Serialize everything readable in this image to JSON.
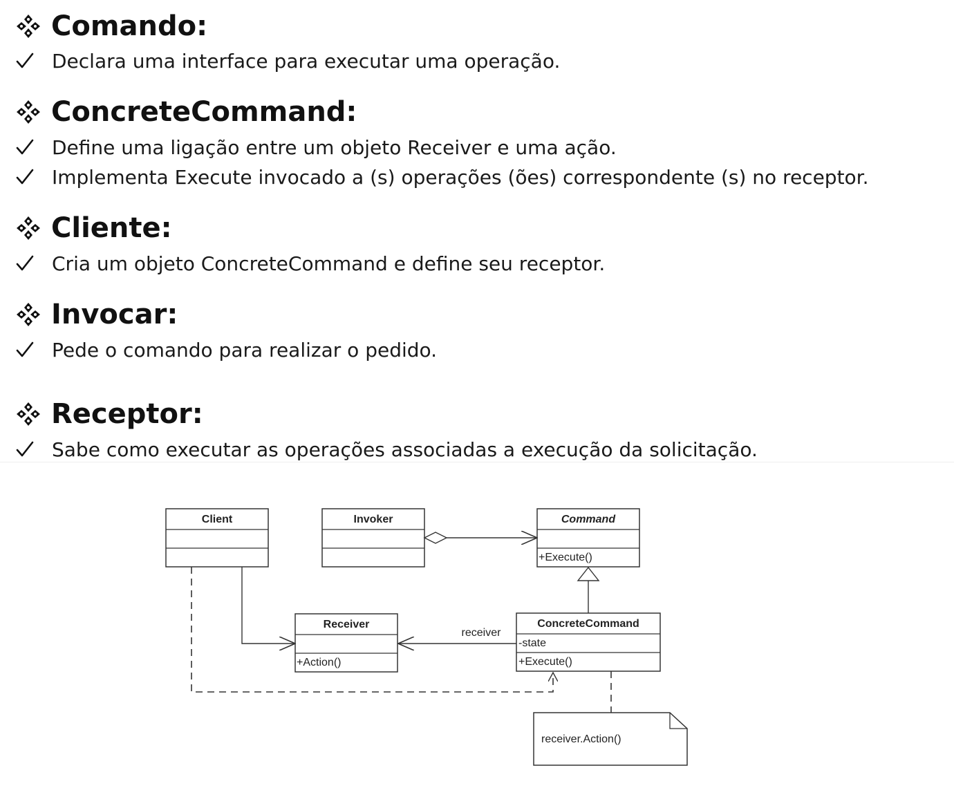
{
  "sections": [
    {
      "title": "Comando:",
      "bullets": [
        "Declara uma interface para executar uma operação."
      ]
    },
    {
      "title": "ConcreteCommand:",
      "bullets": [
        "Define uma ligação entre um objeto Receiver e uma ação.",
        "Implementa Execute invocado a (s) operações (ões) correspondente (s) no receptor."
      ]
    },
    {
      "title": "Cliente:",
      "bullets": [
        "Cria um objeto ConcreteCommand e define seu receptor."
      ]
    },
    {
      "title": "Invocar:",
      "bullets": [
        "Pede o comando para realizar o pedido."
      ]
    },
    {
      "title": "Receptor:",
      "bullets": [
        "Sabe como executar as operações associadas a execução da solicitação."
      ]
    }
  ],
  "icons": {
    "section": "four-diamond-icon",
    "bullet": "check-mark-icon"
  },
  "diagram": {
    "classes": {
      "client": {
        "name": "Client"
      },
      "invoker": {
        "name": "Invoker"
      },
      "command": {
        "name": "Command",
        "operation": "+Execute()"
      },
      "receiver": {
        "name": "Receiver",
        "operation": "+Action()"
      },
      "concrete_command": {
        "name": "ConcreteCommand",
        "attribute": "-state",
        "operation": "+Execute()"
      }
    },
    "association_label": "receiver",
    "note": "receiver.Action()"
  }
}
